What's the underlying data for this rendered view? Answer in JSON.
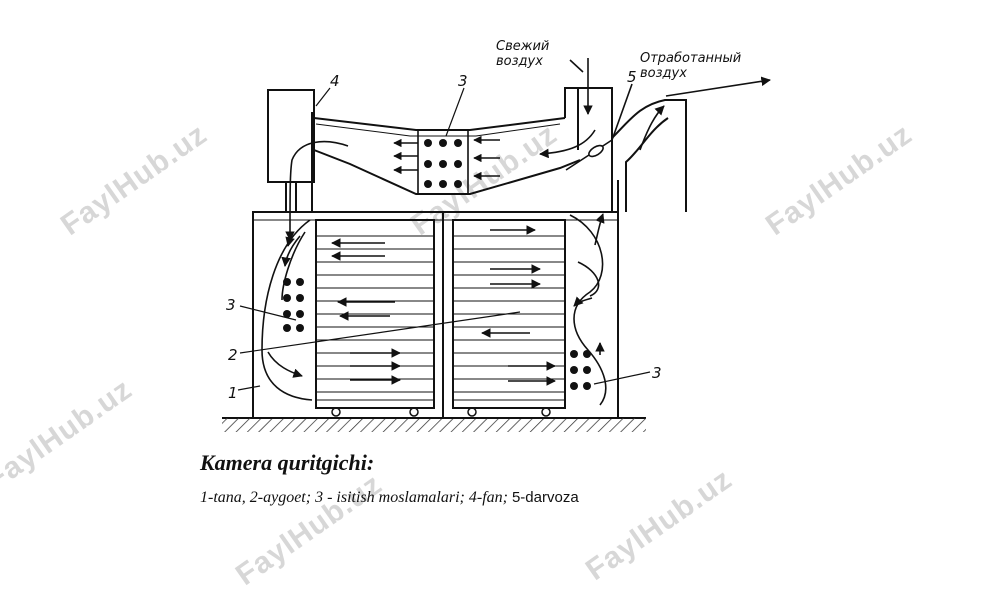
{
  "diagram": {
    "labels": {
      "fresh_air": "Свежий\nвоздух",
      "exhaust_air": "Отработанный\nвоздух",
      "n1": "1",
      "n2": "2",
      "n3_top": "3",
      "n3_left": "3",
      "n3_right": "3",
      "n4": "4",
      "n5": "5"
    }
  },
  "caption": {
    "title": "Kamera quritgichi:",
    "legend_italic": "1-tana, 2-aygoet; 3 - isitish moslamalari; 4-fan; ",
    "legend_last": "5-darvoza"
  },
  "watermark": {
    "text": "FaylHub.uz"
  }
}
